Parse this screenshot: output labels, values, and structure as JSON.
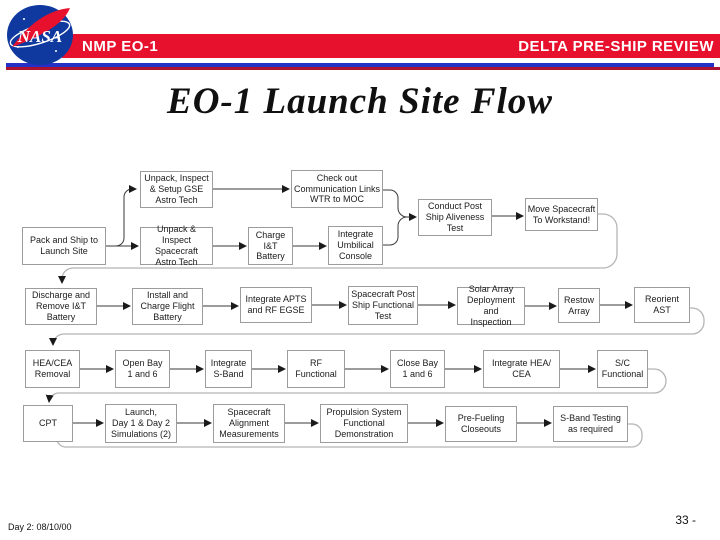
{
  "header": {
    "left_title": "NMP EO-1",
    "right_title": "DELTA PRE-SHIP REVIEW",
    "logo_text": "NASA",
    "colors": {
      "bar_red": "#e8112d",
      "nasa_blue": "#10399f",
      "divider_blue": "#2531c4",
      "divider_maroon": "#ab1130"
    }
  },
  "title": "EO-1 Launch Site Flow",
  "flow": {
    "boxes": [
      {
        "id": "pack-ship",
        "label": "Pack and Ship to\nLaunch Site"
      },
      {
        "id": "unpack-gse",
        "label": "Unpack, Inspect\n& Setup GSE\nAstro Tech"
      },
      {
        "id": "unpack-spacecraft",
        "label": "Unpack & Inspect\nSpacecraft\nAstro Tech"
      },
      {
        "id": "checkout-comm",
        "label": "Check out\nCommunication Links\nWTR to MOC"
      },
      {
        "id": "charge-battery",
        "label": "Charge\nI&T\nBattery"
      },
      {
        "id": "integrate-umbilical",
        "label": "Integrate\nUmbilical\nConsole"
      },
      {
        "id": "conduct-aliveness",
        "label": "Conduct Post\nShip  Aliveness\nTest"
      },
      {
        "id": "move-workstand",
        "label": "Move Spacecraft\nTo Workstand!"
      },
      {
        "id": "discharge-remove",
        "label": "Discharge and\nRemove I&T\nBattery"
      },
      {
        "id": "install-charge",
        "label": "Install and\nCharge Flight\nBattery"
      },
      {
        "id": "integrate-apts",
        "label": "Integrate APTS\nand RF EGSE"
      },
      {
        "id": "post-ship-functional",
        "label": "Spacecraft Post\nShip Functional\nTest"
      },
      {
        "id": "solar-array",
        "label": "Solar Array\nDeployment and\nInspection"
      },
      {
        "id": "restow-array",
        "label": "Restow\nArray"
      },
      {
        "id": "reorient-ast",
        "label": "Reorient\nAST"
      },
      {
        "id": "hea-cea-removal",
        "label": "HEA/CEA\nRemoval"
      },
      {
        "id": "open-bay",
        "label": "Open Bay\n1 and 6"
      },
      {
        "id": "integrate-sband",
        "label": "Integrate\nS-Band"
      },
      {
        "id": "rf-functional",
        "label": "RF\nFunctional"
      },
      {
        "id": "close-bay",
        "label": "Close Bay\n1 and 6"
      },
      {
        "id": "integrate-hea-cea",
        "label": "Integrate HEA/\nCEA"
      },
      {
        "id": "sc-functional",
        "label": "S/C\nFunctional"
      },
      {
        "id": "cpt",
        "label": "CPT"
      },
      {
        "id": "launch-sims",
        "label": "Launch,\nDay 1 & Day 2\nSimulations (2)"
      },
      {
        "id": "alignment",
        "label": "Spacecraft\nAlignment\nMeasurements"
      },
      {
        "id": "propulsion",
        "label": "Propulsion System\nFunctional\nDemonstration"
      },
      {
        "id": "pre-fueling",
        "label": "Pre-Fueling\nCloseouts"
      },
      {
        "id": "sband-testing",
        "label": "S-Band Testing\nas required"
      }
    ]
  },
  "footer": {
    "date": "Day 2:  08/10/00",
    "page": "33 -"
  }
}
